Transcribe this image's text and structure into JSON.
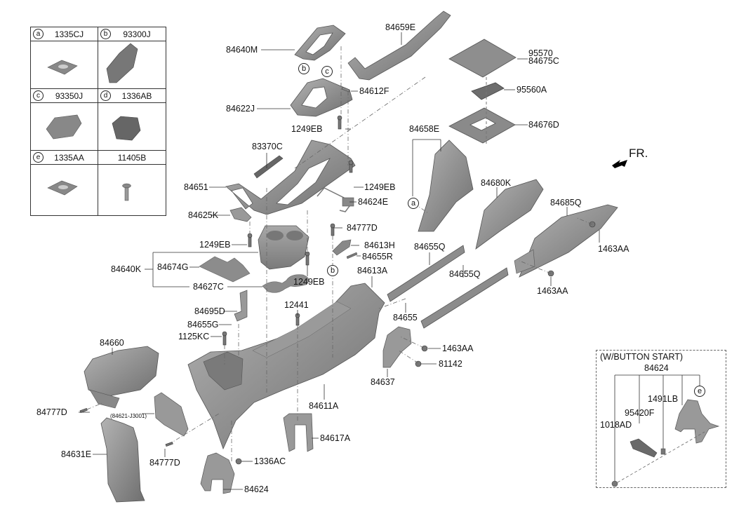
{
  "legend": {
    "cells": [
      {
        "circle": "a",
        "part": "1335CJ"
      },
      {
        "circle": "b",
        "part": "93300J"
      },
      {
        "circle": "c",
        "part": "93350J"
      },
      {
        "circle": "d",
        "part": "1336AB"
      },
      {
        "circle": "e",
        "part": "1335AA"
      },
      {
        "circle": "",
        "part": "11405B"
      }
    ]
  },
  "orientation": {
    "label": "FR."
  },
  "labels": {
    "p84659E": "84659E",
    "p84640M": "84640M",
    "p95570": "95570",
    "p84675C": "84675C",
    "p84612F": "84612F",
    "p95560A": "95560A",
    "p84622J": "84622J",
    "p1249EB_a": "1249EB",
    "p84676D": "84676D",
    "p84658E": "84658E",
    "p83370C": "83370C",
    "p1249EB_b": "1249EB",
    "p84651": "84651",
    "p84624E": "84624E",
    "p84680K": "84680K",
    "p84685Q": "84685Q",
    "p84625K": "84625K",
    "p84777D_a": "84777D",
    "p1249EB_c": "1249EB",
    "p84613H": "84613H",
    "p84655Q_a": "84655Q",
    "p84655R": "84655R",
    "p1463AA_a": "1463AA",
    "p84640K": "84640K",
    "p84674G": "84674G",
    "p84613A": "84613A",
    "p1249EB_d": "1249EB",
    "p84627C": "84627C",
    "p84655Q_b": "84655Q",
    "p1463AA_b": "1463AA",
    "p84695D": "84695D",
    "p12441": "12441",
    "p84655": "84655",
    "p84655G": "84655G",
    "p1125KC": "1125KC",
    "p1463AA_c": "1463AA",
    "p84660": "84660",
    "p81142": "81142",
    "p84637": "84637",
    "p84777D_b": "84777D",
    "p84621": "(84621-J3001)",
    "p84611A": "84611A",
    "p84617A": "84617A",
    "p84631E": "84631E",
    "p84777D_c": "84777D",
    "p1336AC": "1336AC",
    "p84624": "84624"
  },
  "callouts": {
    "b_top": "b",
    "c_top": "c",
    "a_mid": "a",
    "b_mid": "b",
    "e_box": "e"
  },
  "button_start_box": {
    "title": "(W/BUTTON START)",
    "group_part": "84624",
    "parts": [
      "1018AD",
      "95420F",
      "1491LB"
    ]
  }
}
